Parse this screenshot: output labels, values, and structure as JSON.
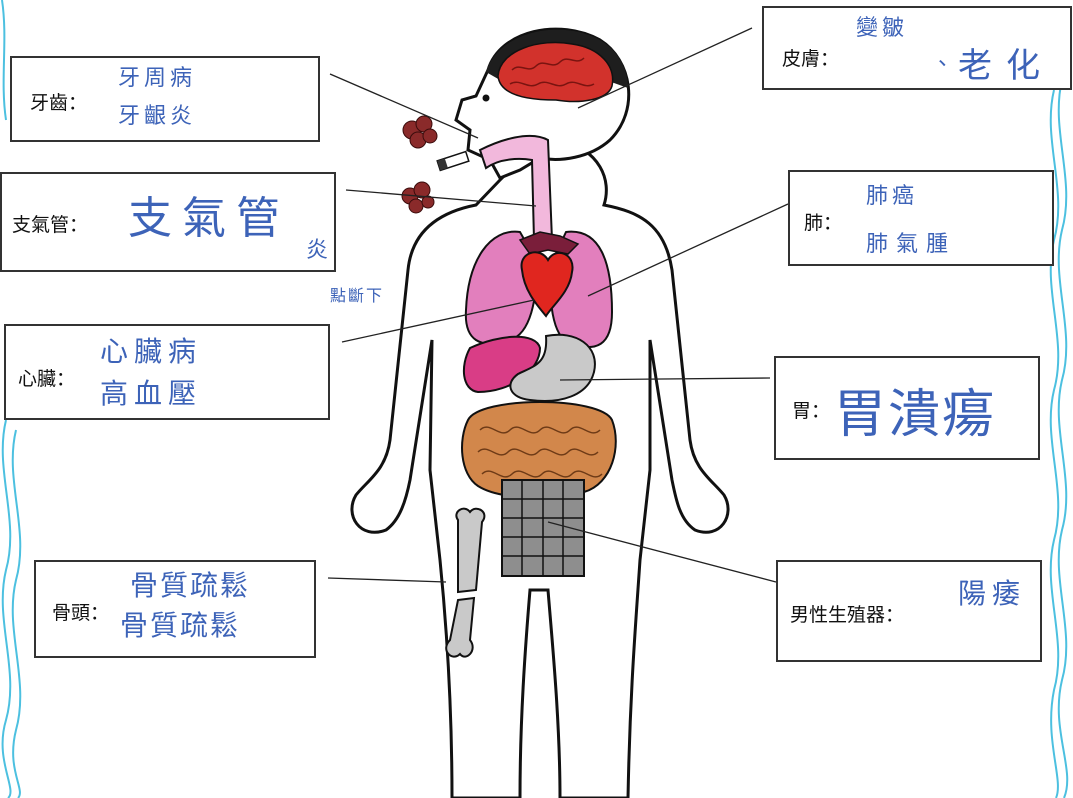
{
  "labels": {
    "teeth": "牙齒：",
    "bronchus": "支氣管：",
    "heart": "心臟：",
    "bone": "骨頭：",
    "skin": "皮膚：",
    "lung": "肺：",
    "stomach": "胃：",
    "reproductive": "男性生殖器："
  },
  "answers": {
    "teeth": [
      "牙周病",
      "牙齦炎"
    ],
    "bronchus": [
      "支氣管",
      "炎"
    ],
    "bronchus_note": "點斷下",
    "heart": [
      "心臟病",
      "高血壓"
    ],
    "bone": [
      "骨質疏鬆",
      "骨質疏鬆"
    ],
    "skin": [
      "變皺",
      "、",
      "老化"
    ],
    "lung": [
      "肺癌",
      "肺氣腫"
    ],
    "stomach": "胃潰瘍",
    "reproductive": "陽痿"
  },
  "colors": {
    "brain": "#d2322c",
    "hair": "#1e1e1e",
    "lung": "#e27fbd",
    "heart": "#e0261f",
    "liver": "#d93d86",
    "stomach": "#c9c9c9",
    "intestine": "#d2874b",
    "airway": "#f2b8dc",
    "smoke": "#8a2a2a",
    "handwriting": "#3d63b8",
    "wave": "#4cc0e0"
  }
}
